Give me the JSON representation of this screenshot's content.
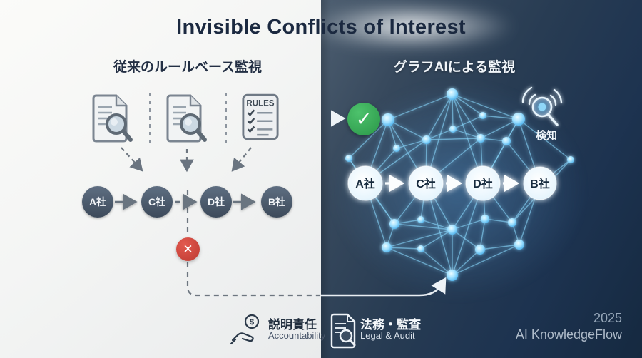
{
  "title": "Invisible Conflicts of Interest",
  "left_panel": {
    "header": "従来のルールベース監視",
    "rules_label": "RULES",
    "nodes": [
      "A社",
      "C社",
      "D社",
      "B社"
    ],
    "blocked_mark": "✕"
  },
  "right_panel": {
    "header": "グラフAIによる監視",
    "nodes": [
      "A社",
      "C社",
      "D社",
      "B社"
    ],
    "detection_label": "検知",
    "approved_mark": "✓"
  },
  "footer": {
    "coin_symbol": "$",
    "accountability_jp": "説明責任",
    "accountability_en": "Accountability",
    "legal_jp": "法務・監査",
    "legal_en": "Legal & Audit",
    "year": "2025",
    "brand": "AI KnowledgeFlow"
  },
  "colors": {
    "title_navy": "#1b2940",
    "network_blue": "#86d3f8",
    "success_green": "#2a9648",
    "error_red": "#bd3a31"
  }
}
